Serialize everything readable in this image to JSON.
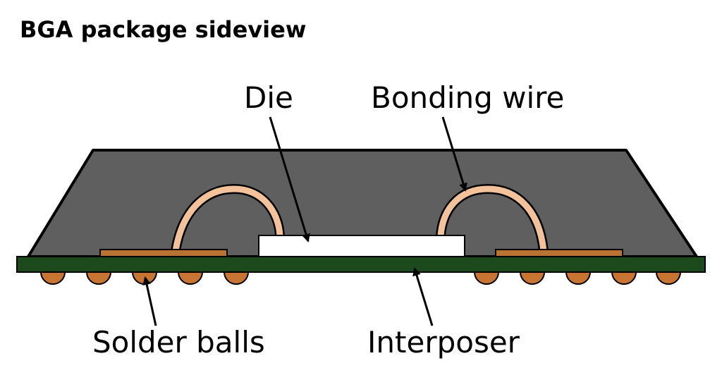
{
  "title": "BGA package sideview",
  "labels": {
    "die": "Die",
    "bonding_wire": "Bonding wire",
    "solder_balls": "Solder balls",
    "interposer": "Interposer"
  },
  "colors": {
    "mold_compound": "#5f5f5f",
    "interposer": "#1c4a1c",
    "pad": "#b87333",
    "solder_ball": "#c87533",
    "bonding_wire_fill": "#f4c29a",
    "bonding_wire_stroke": "#000000",
    "die": "#ffffff",
    "outline": "#000000"
  }
}
